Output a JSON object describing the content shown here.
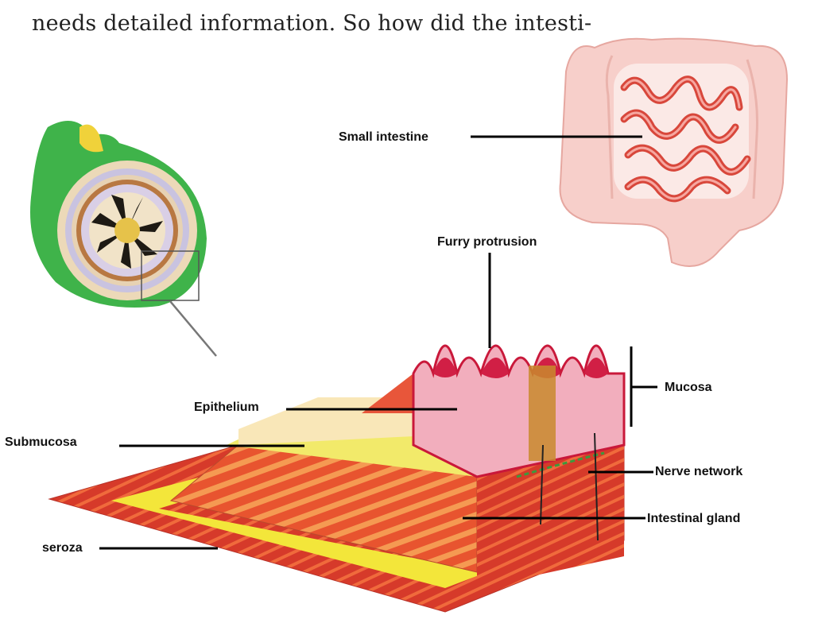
{
  "text": {
    "body_line": "needs detailed information. So how did the intesti-"
  },
  "labels": {
    "small_intestine": "Small intestine",
    "furry_protrusion": "Furry protrusion",
    "mucosa": "Mucosa",
    "epithelium": "Epithelium",
    "submucosa": "Submucosa",
    "nerve_network": "Nerve network",
    "intestinal_gland": "Intestinal gland",
    "seroza": "seroza"
  },
  "colors": {
    "leader_line": "#000000",
    "muscle": "#d9402e",
    "yellow_layer": "#f2e83c",
    "mucosa_pink": "#f4b3c0",
    "colon": "#f7c9c4"
  }
}
